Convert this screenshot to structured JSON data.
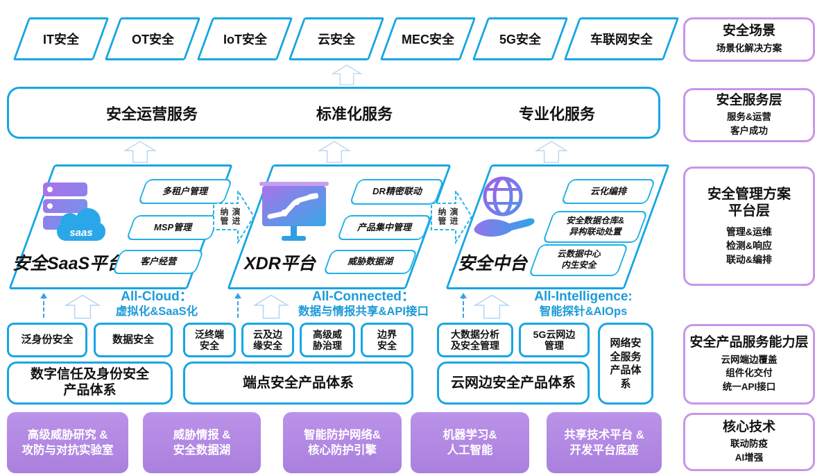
{
  "colors": {
    "cyan_border": "#17a6e3",
    "subbox_border": "#1fb0e8",
    "light_arrow": "#b7d6f0",
    "dashed_arrow": "#3da2de",
    "band_blue": "#1d9bd9",
    "purple_border": "#c895e8",
    "purple_fill": "#b389e2",
    "icon_purple": "#a873e9",
    "icon_blue": "#2aa7e8"
  },
  "scenario_row": {
    "items": [
      "IT安全",
      "OT安全",
      "IoT安全",
      "云安全",
      "MEC安全",
      "5G安全",
      "车联网安全"
    ]
  },
  "services_bar": {
    "items": [
      "安全运营服务",
      "标准化服务",
      "专业化服务"
    ]
  },
  "platforms": {
    "p1": {
      "title": "安全SaaS平台",
      "icon_label": "saas",
      "boxes": [
        "多租户管理",
        "MSP管理",
        "客户经营"
      ]
    },
    "p2": {
      "title": "XDR平台",
      "boxes": [
        "DR精密联动",
        "产品集中管理",
        "威胁数据湖"
      ]
    },
    "p3": {
      "title": "安全中台",
      "boxes": [
        "云化编排",
        "安全数据仓库&\n异构联动处置",
        "云数据中心\n内生安全"
      ]
    },
    "connector": {
      "label_a": "纳管",
      "label_b": "演进"
    }
  },
  "band": {
    "groups": [
      {
        "en": "All-Cloud：",
        "zh": "虚拟化&SaaS化"
      },
      {
        "en": "All-Connected：",
        "zh": "数据与情报共享&API接口"
      },
      {
        "en": "All-Intelligence:",
        "zh": "智能探针&AIOps"
      }
    ]
  },
  "products": {
    "group_a": {
      "small": [
        "泛身份安全",
        "数据安全"
      ],
      "big": "数字信任及身份安全\n产品体系"
    },
    "group_b": {
      "small": [
        "泛终端\n安全",
        "云及边\n缘安全",
        "高级威\n胁治理",
        "边界\n安全"
      ],
      "big": "端点安全产品体系"
    },
    "group_c": {
      "small": [
        "大数据分析\n及安全管理",
        "5G云网边\n管理"
      ],
      "big": "云网边安全产品体系"
    },
    "vertical_box": "网络安\n全服务\n产品体\n系"
  },
  "core_tech": {
    "items": [
      "高级威胁研究 &\n攻防与对抗实验室",
      "威胁情报 &\n安全数据湖",
      "智能防护网络&\n核心防护引擎",
      "机器学习&\n人工智能",
      "共享技术平台 &\n开发平台底座"
    ]
  },
  "sidebar": {
    "boxes": [
      {
        "title": "安全场景",
        "sub": "场景化解决方案"
      },
      {
        "title": "安全服务层",
        "sub": "服务&运营\n客户成功"
      },
      {
        "title": "安全管理方案\n平台层",
        "sub": "管理&运维\n检测&响应\n联动&编排"
      },
      {
        "title": "安全产品服务能力层",
        "sub": "云网端边覆盖\n组件化交付\n统一API接口"
      },
      {
        "title": "核心技术",
        "sub": "联动防疫\nAI增强"
      }
    ]
  }
}
